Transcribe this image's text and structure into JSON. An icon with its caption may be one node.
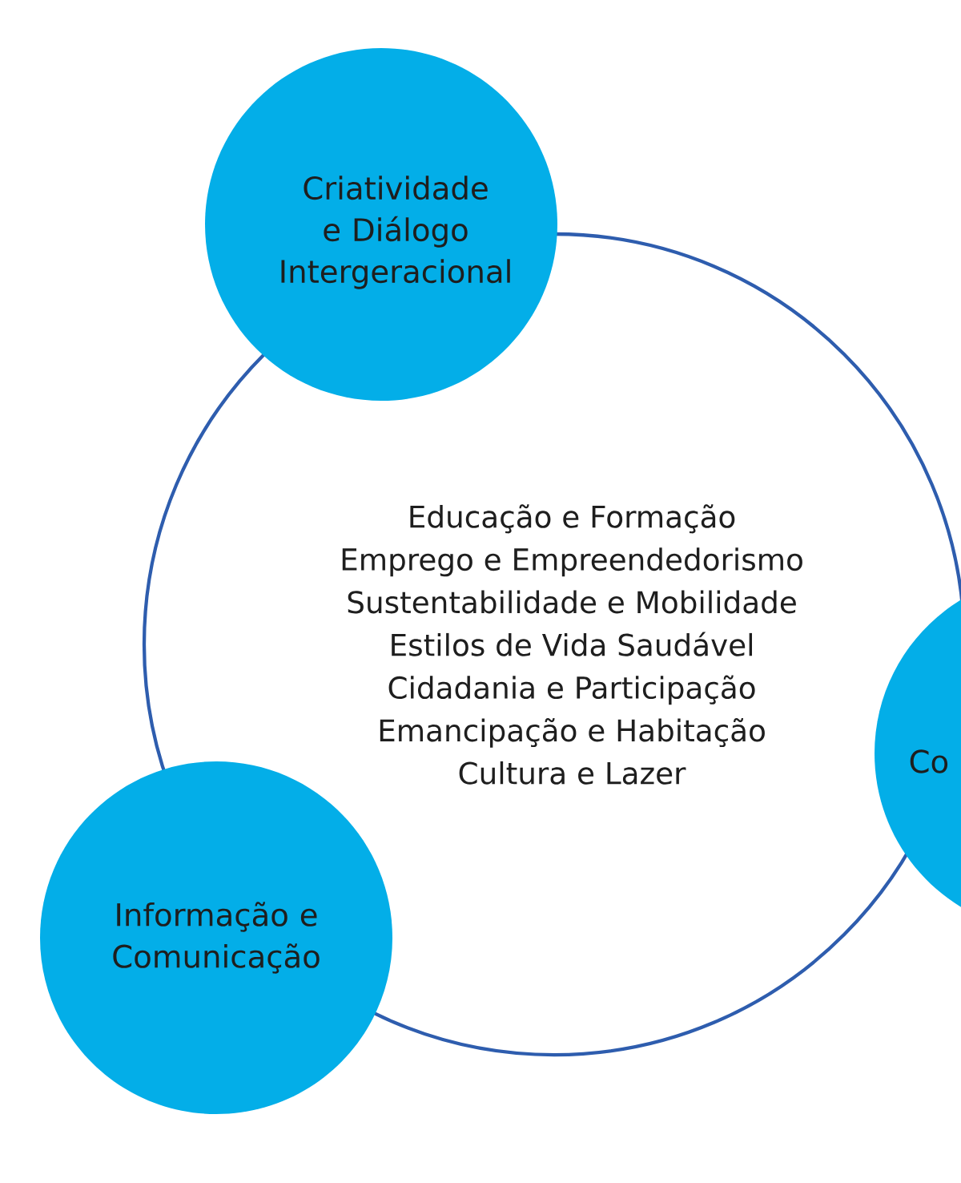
{
  "diagram": {
    "nodes": [
      {
        "text": [
          "Criatividade e Diálogo Intergeracional"
        ]
      },
      {
        "text": [
          "Educação e Formação",
          "Emprego e Empreendedorismo",
          "Sustentabilidade e Mobilidade",
          "Estilos de Vida Saudável",
          "Cidadania e Participação",
          "Emancipação e Habitação",
          "Cultura e Lazer"
        ]
      },
      {
        "text": [
          "Co"
        ]
      },
      {
        "text": [
          "Informação e Comunicação"
        ]
      }
    ]
  }
}
